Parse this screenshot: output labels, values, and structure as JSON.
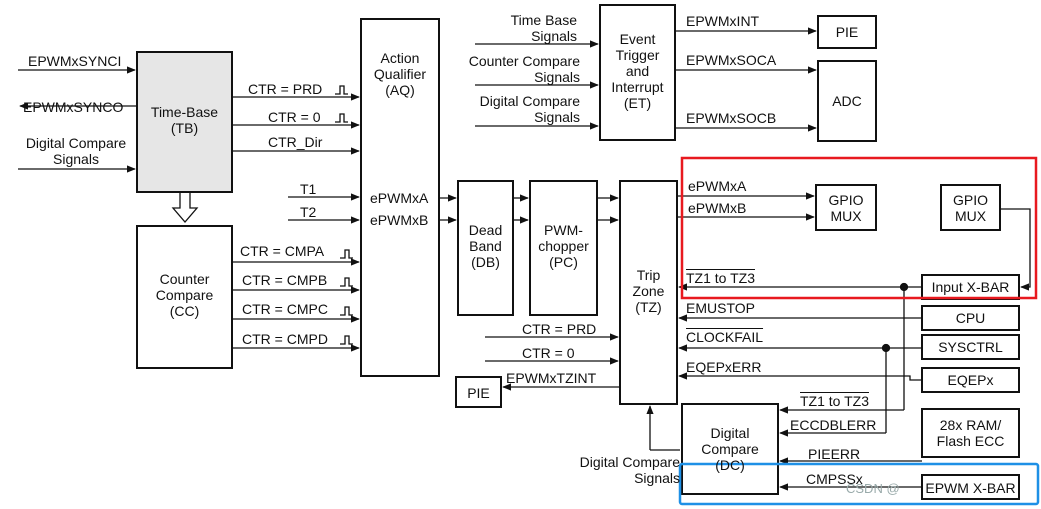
{
  "blocks": {
    "time_base": [
      "Time-Base",
      "(TB)"
    ],
    "counter_compare": [
      "Counter",
      "Compare",
      "(CC)"
    ],
    "action_qualifier": [
      "Action",
      "Qualifier",
      "(AQ)"
    ],
    "dead_band": [
      "Dead",
      "Band",
      "(DB)"
    ],
    "pwm_chopper": [
      "PWM-",
      "chopper",
      "(PC)"
    ],
    "trip_zone": [
      "Trip",
      "Zone",
      "(TZ)"
    ],
    "event_trigger": [
      "Event",
      "Trigger",
      "and",
      "Interrupt",
      "(ET)"
    ],
    "digital_compare": [
      "Digital",
      "Compare",
      "(DC)"
    ],
    "pie_top": "PIE",
    "adc": "ADC",
    "gpio_mux_a": [
      "GPIO",
      "MUX"
    ],
    "gpio_mux_b": [
      "GPIO",
      "MUX"
    ],
    "input_xbar": "Input X-BAR",
    "cpu": "CPU",
    "sysctrl": "SYSCTRL",
    "eqepx": "EQEPx",
    "ram_ecc": [
      "28x RAM/",
      "Flash ECC"
    ],
    "epwm_xbar": "EPWM X-BAR",
    "pie_bottom": "PIE"
  },
  "signals": {
    "syncin": "EPWMxSYNCI",
    "syncout": "EPWMxSYNCO",
    "dc_signals_left": [
      "Digital Compare",
      "Signals"
    ],
    "ctr_prd": "CTR = PRD",
    "ctr_zero": "CTR = 0",
    "ctr_dir": "CTR_Dir",
    "t1": "T1",
    "t2": "T2",
    "ctr_cmpa": "CTR = CMPA",
    "ctr_cmpb": "CTR = CMPB",
    "ctr_cmpc": "CTR = CMPC",
    "ctr_cmpd": "CTR = CMPD",
    "aq_out_a": "ePWMxA",
    "aq_out_b": "ePWMxB",
    "time_base_signals": [
      "Time Base",
      "Signals"
    ],
    "counter_compare_signals": [
      "Counter Compare",
      "Signals"
    ],
    "digital_compare_signals_top": [
      "Digital Compare",
      "Signals"
    ],
    "epwmxint": "EPWMxINT",
    "epwmxsoca": "EPWMxSOCA",
    "epwmxsocb": "EPWMxSOCB",
    "tz_out_a": "ePWMxA",
    "tz_out_b": "ePWMxB",
    "tz1_to_tz3": "TZ1 to TZ3",
    "emustop": "EMUSTOP",
    "clockfail": "CLOCKFAIL",
    "eqepxerr": "EQEPxERR",
    "tz_ctr_prd": "CTR = PRD",
    "tz_ctr_zero": "CTR = 0",
    "epwmxtzint": "EPWMxTZINT",
    "dc_tz1_to_tz3": "TZ1 to TZ3",
    "eccdblerr": "ECCDBLERR",
    "pieerr": "PIEERR",
    "cmpssx": "CMPSSx",
    "dc_signals_bottom": [
      "Digital Compare",
      "Signals"
    ]
  },
  "highlight_colors": {
    "red_box": "#e8191f",
    "blue_box": "#1e90e6",
    "tb_fill": "#e6e6e6"
  },
  "watermark": "CSDN @"
}
